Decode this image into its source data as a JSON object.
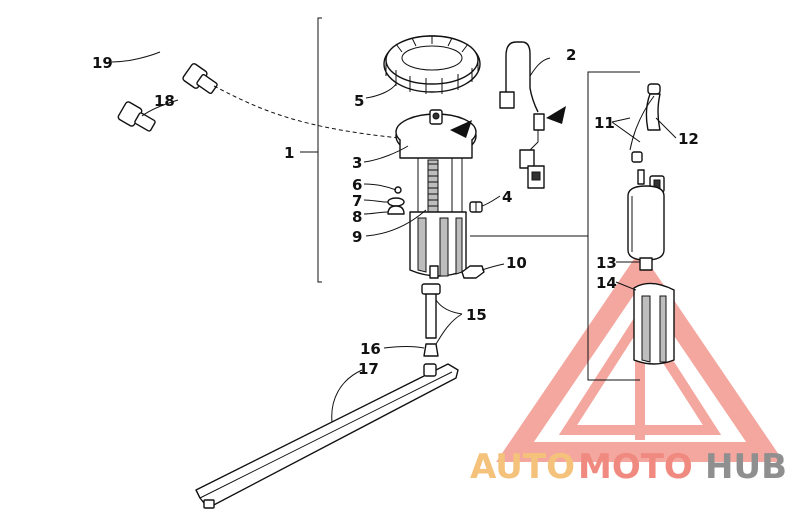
{
  "labels": {
    "p1": "1",
    "p2": "2",
    "p3": "3",
    "p4": "4",
    "p5": "5",
    "p6": "6",
    "p7": "7",
    "p8": "8",
    "p9": "9",
    "p10": "10",
    "p11": "11",
    "p12": "12",
    "p13": "13",
    "p14": "14",
    "p15": "15",
    "p16": "16",
    "p17": "17",
    "p18": "18",
    "p19": "19"
  },
  "watermark": {
    "part_a": "AUTO",
    "part_b": "MOTO",
    "part_c": "HUB",
    "color_a": "#f4c27a",
    "color_b": "#f08a80",
    "color_c": "#8f8f8f",
    "triangle_color": "#f08a80"
  }
}
